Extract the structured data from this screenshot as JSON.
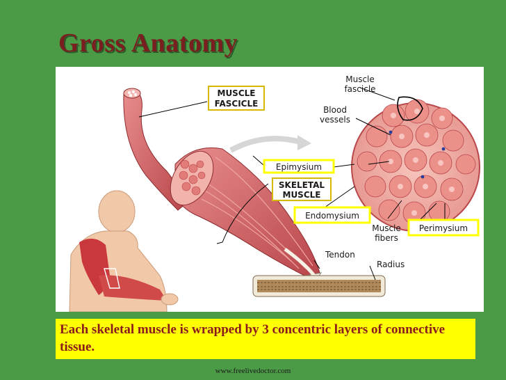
{
  "slide": {
    "title": "Gross Anatomy",
    "caption": "Each skeletal muscle is wrapped by 3 concentric layers of connective tissue.",
    "footer": "www.freelivedoctor.com"
  },
  "figure": {
    "labels": {
      "muscle_fascicle_box_1": "MUSCLE",
      "muscle_fascicle_box_2": "FASCICLE",
      "muscle_fascicle_1": "Muscle",
      "muscle_fascicle_2": "fascicle",
      "blood_vessels_1": "Blood",
      "blood_vessels_2": "vessels",
      "epimysium": "Epimysium",
      "skeletal_muscle_1": "SKELETAL",
      "skeletal_muscle_2": "MUSCLE",
      "endomysium": "Endomysium",
      "muscle_fibers_1": "Muscle",
      "muscle_fibers_2": "fibers",
      "perimysium": "Perimysium",
      "tendon": "Tendon",
      "radius": "Radius"
    },
    "colors": {
      "muscle": "#d4666a",
      "muscle_dark": "#a8383c",
      "skin": "#f2c9a8",
      "highlight_box": "#ffff00",
      "cross_section": "#f0a8a0",
      "fascicle": "#e58a86"
    }
  }
}
